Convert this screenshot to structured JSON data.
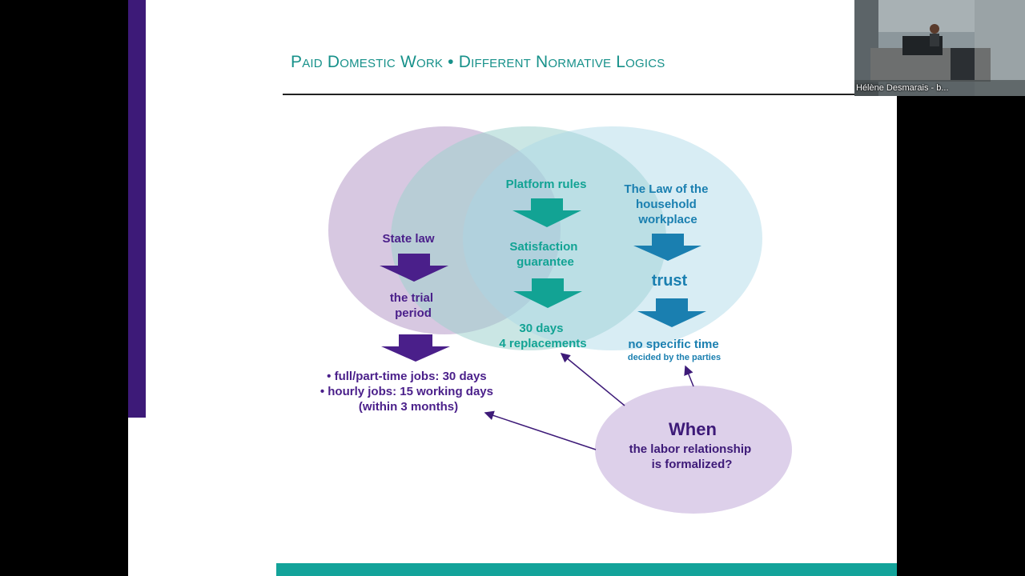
{
  "slide": {
    "title": "Paid Domestic Work • Different Normative Logics"
  },
  "diagram": {
    "state_law": {
      "heading": "State law",
      "step2": [
        "the trial",
        "period"
      ],
      "result": [
        "• full/part-time jobs: 30 days",
        "• hourly jobs: 15 working days",
        "(within 3 months)"
      ]
    },
    "platform": {
      "heading": "Platform rules",
      "step2": [
        "Satisfaction",
        "guarantee"
      ],
      "result": [
        "30 days",
        "4 replacements"
      ]
    },
    "household": {
      "heading": [
        "The Law of the",
        "household",
        "workplace"
      ],
      "step2": "trust",
      "result": "no specific time",
      "result_sub": "decided by the parties"
    },
    "question": {
      "heading": "When",
      "lines": [
        "the labor relationship",
        "is formalized?"
      ]
    },
    "colors": {
      "purple": "#4a1f8a",
      "teal": "#12a394",
      "blue": "#1a7fb0"
    }
  },
  "video": {
    "participant_name": "Hélène Desmarais - b..."
  }
}
